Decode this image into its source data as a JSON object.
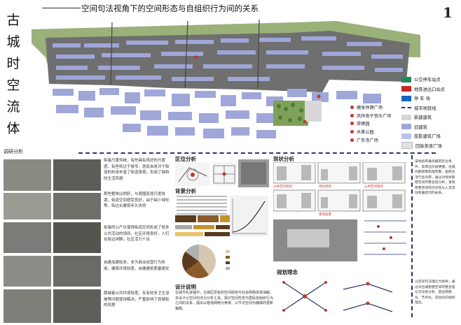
{
  "vertical_title": [
    "古",
    "城",
    "时",
    "空",
    "流",
    "体"
  ],
  "main_title": "空间句法视角下的空间形态与自组织行为间的关系",
  "page_number": "1",
  "legend": [
    {
      "label": "公交停车站点",
      "sym": "bus",
      "color": "#1d8a5a"
    },
    {
      "label": "地铁进出口站点",
      "sym": "metro",
      "color": "#c62828"
    },
    {
      "label": "停 车 场",
      "sym": "parking",
      "color": "#1565c0"
    },
    {
      "label": "城市地铁线",
      "sym": "line",
      "color": "#2c3470"
    },
    {
      "label": "新建建筑",
      "sym": "box",
      "color": "#d6d6d6"
    },
    {
      "label": "旧建筑",
      "sym": "box",
      "color": "#9fa6d8"
    },
    {
      "label": "庞影建筑广场",
      "sym": "box",
      "color": "#b9c2e8"
    },
    {
      "label": "回族美食广场",
      "sym": "box",
      "color": "#e2e2e2"
    }
  ],
  "places": [
    "健身休憩广场",
    "凤祥南子音乐广场",
    "茶狮园",
    "水景公园",
    "广东寺广场"
  ],
  "survey_label": "调研分析",
  "section_titles": {
    "location": "区位分析",
    "background": "背景分析",
    "status": "现状分析",
    "design": "设计说明",
    "concept": "规划理念"
  },
  "survey_texts": [
    "街巷尺度传统，有些具有良好的尺度感，有些则过于狭窄，居民自发对于街道的利用丰富了街道景观，形成了独特的生活风貌",
    "那些整体比例好，与周围民居尺度协调，街道空间感受良好，由于缺少绿化等，街边古建筑年久失修",
    "街巷的公产化使得街道空间形成了较多公共活动的场所，社区环境良好，人们在街边闲聊，社区活力十足",
    "自建加建较多，多为商业经营行为所用，建筑环境较差，自建建筑质量堪忧",
    "那城巷公共环境较差，存有较多卫生设施等问题亟待解决，严重影响了居城街的风貌"
  ],
  "design_text": "在城市化进程中，古城区原有的空间结构与社会网络逐渐消解，本设计以空间句法为分析工具，探讨空间形态与居民自组织行为之间的关系，提出以巷道网络为骨架、以节点空间为触媒的更新策略。",
  "right_text": "该地段有着优越的区位条件，其周边交通便捷，古城内部街巷肌理完整，居民生活气息浓厚，通过对现状街巷空间的整合度分析，发现街巷空间的可达性与人流活动有着密切的关系。",
  "status_captions": [
    "公共空间现状",
    "绿化现状",
    "公共空间现状",
    "建筑质量"
  ],
  "concept_text": "以空间句法理论为指导，通过对古城街巷空间的整合度与可达性分析，提出网络化、节点化、流动化的规划理念。",
  "chart_data": {
    "type": "pie",
    "values": [
      40,
      25,
      20,
      15
    ]
  },
  "colors": {
    "accent_red": "#c0392b",
    "navy": "#2c3470",
    "building": "#9fa6d8"
  }
}
